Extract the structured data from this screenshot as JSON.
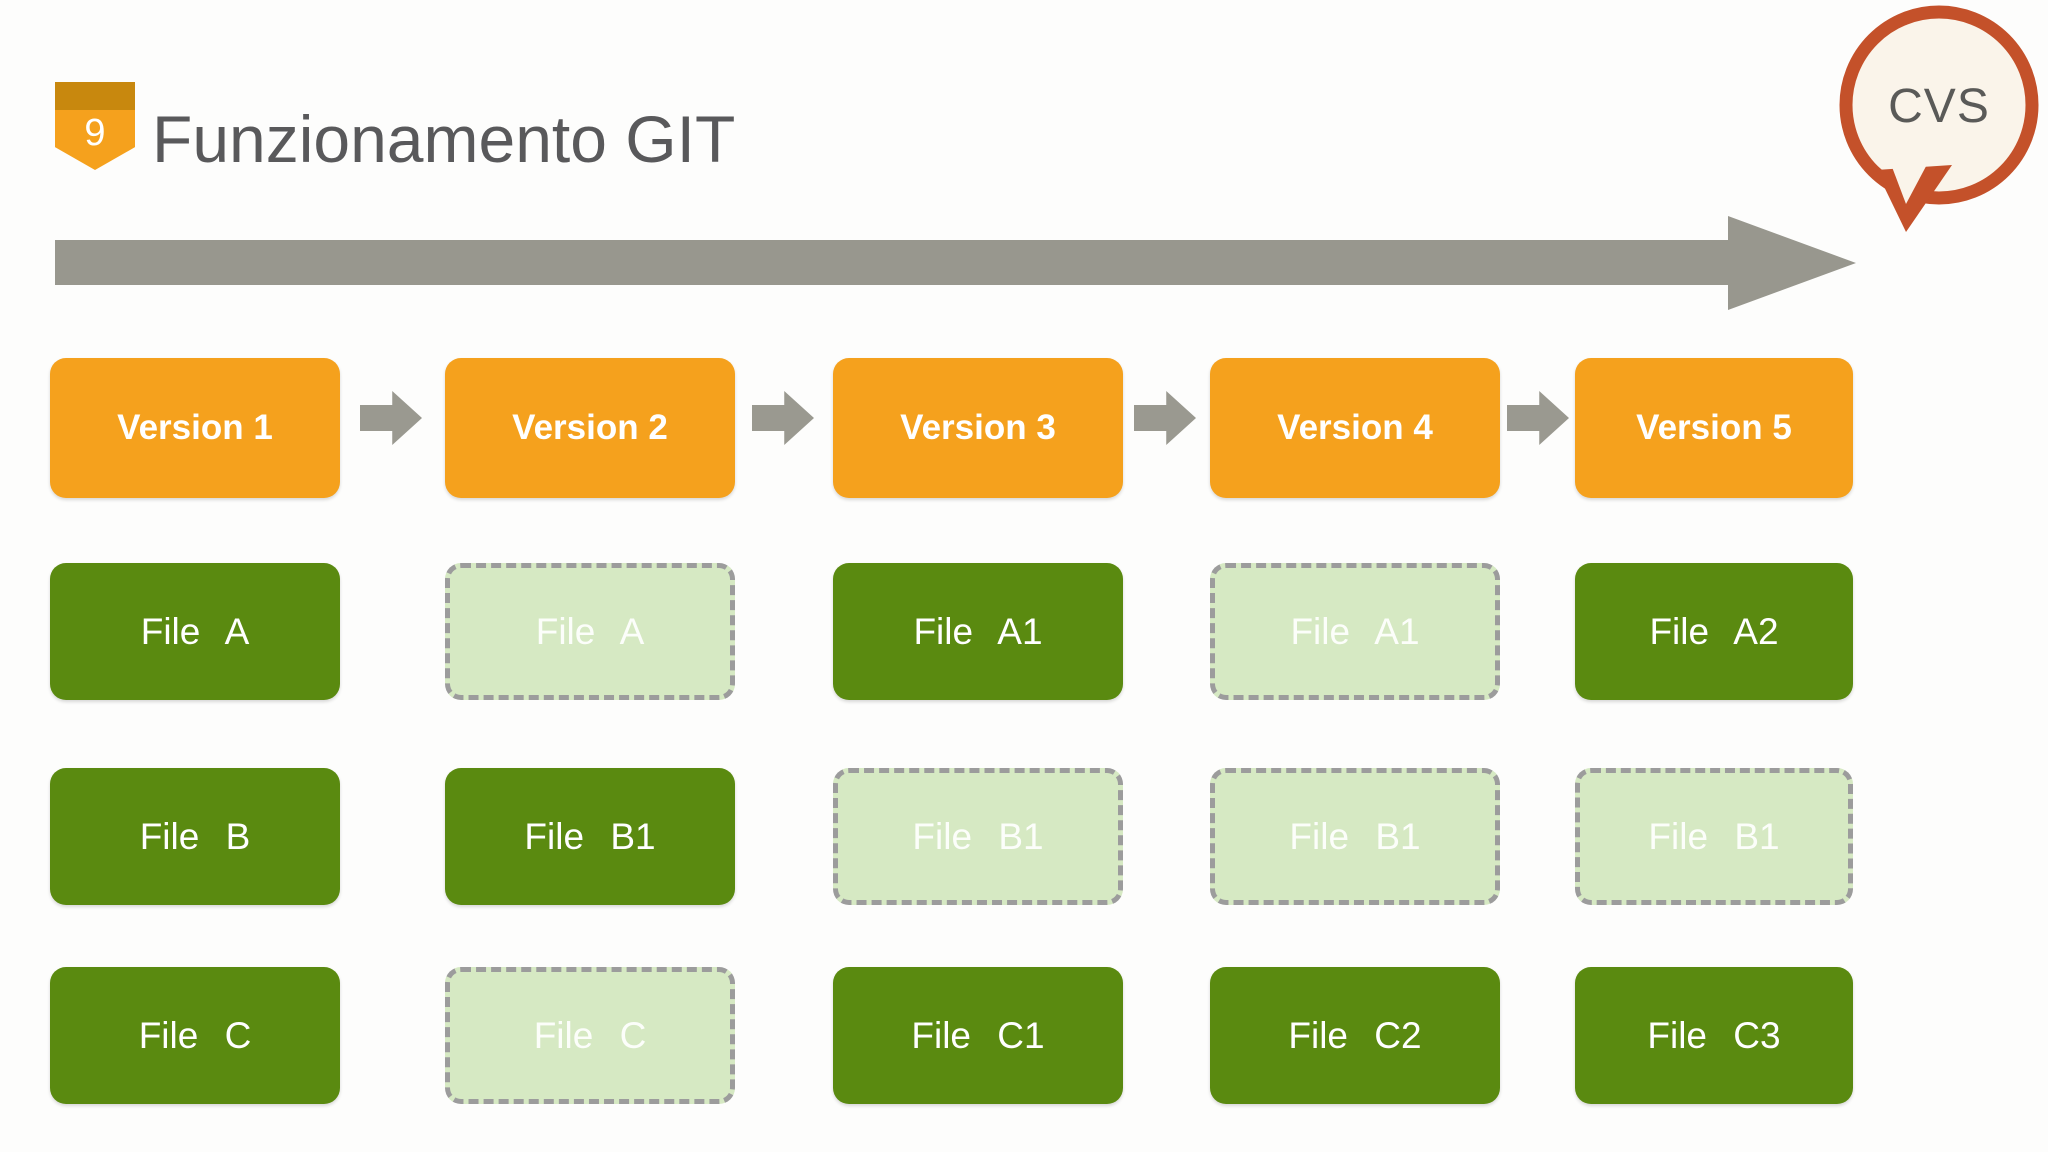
{
  "header": {
    "page_number": "9",
    "title": "Funzionamento GIT",
    "bubble_label": "CVS"
  },
  "colors": {
    "accent_orange": "#F5A11D",
    "accent_orange_dark": "#C8880E",
    "solid_green": "#5A8A10",
    "light_green": "#D6E9C3",
    "dash_border_gray": "#9C9C9C",
    "arrow_gray": "#98978E",
    "bubble_border": "#C4512A",
    "bubble_fill": "#FAF4EA",
    "title_gray": "#59595B"
  },
  "versions": [
    {
      "label": "Version 1"
    },
    {
      "label": "Version 2"
    },
    {
      "label": "Version 3"
    },
    {
      "label": "Version 4"
    },
    {
      "label": "Version 5"
    }
  ],
  "files": {
    "rows": [
      {
        "cells": [
          {
            "label": "File A",
            "state": "solid"
          },
          {
            "label": "File A",
            "state": "dashed"
          },
          {
            "label": "File A1",
            "state": "solid"
          },
          {
            "label": "File A1",
            "state": "dashed"
          },
          {
            "label": "File A2",
            "state": "solid"
          }
        ]
      },
      {
        "cells": [
          {
            "label": "File B",
            "state": "solid"
          },
          {
            "label": "File B1",
            "state": "solid"
          },
          {
            "label": "File B1",
            "state": "dashed"
          },
          {
            "label": "File B1",
            "state": "dashed"
          },
          {
            "label": "File B1",
            "state": "dashed"
          }
        ]
      },
      {
        "cells": [
          {
            "label": "File C",
            "state": "solid"
          },
          {
            "label": "File C",
            "state": "dashed"
          },
          {
            "label": "File C1",
            "state": "solid"
          },
          {
            "label": "File C2",
            "state": "solid"
          },
          {
            "label": "File C3",
            "state": "solid"
          }
        ]
      }
    ]
  }
}
